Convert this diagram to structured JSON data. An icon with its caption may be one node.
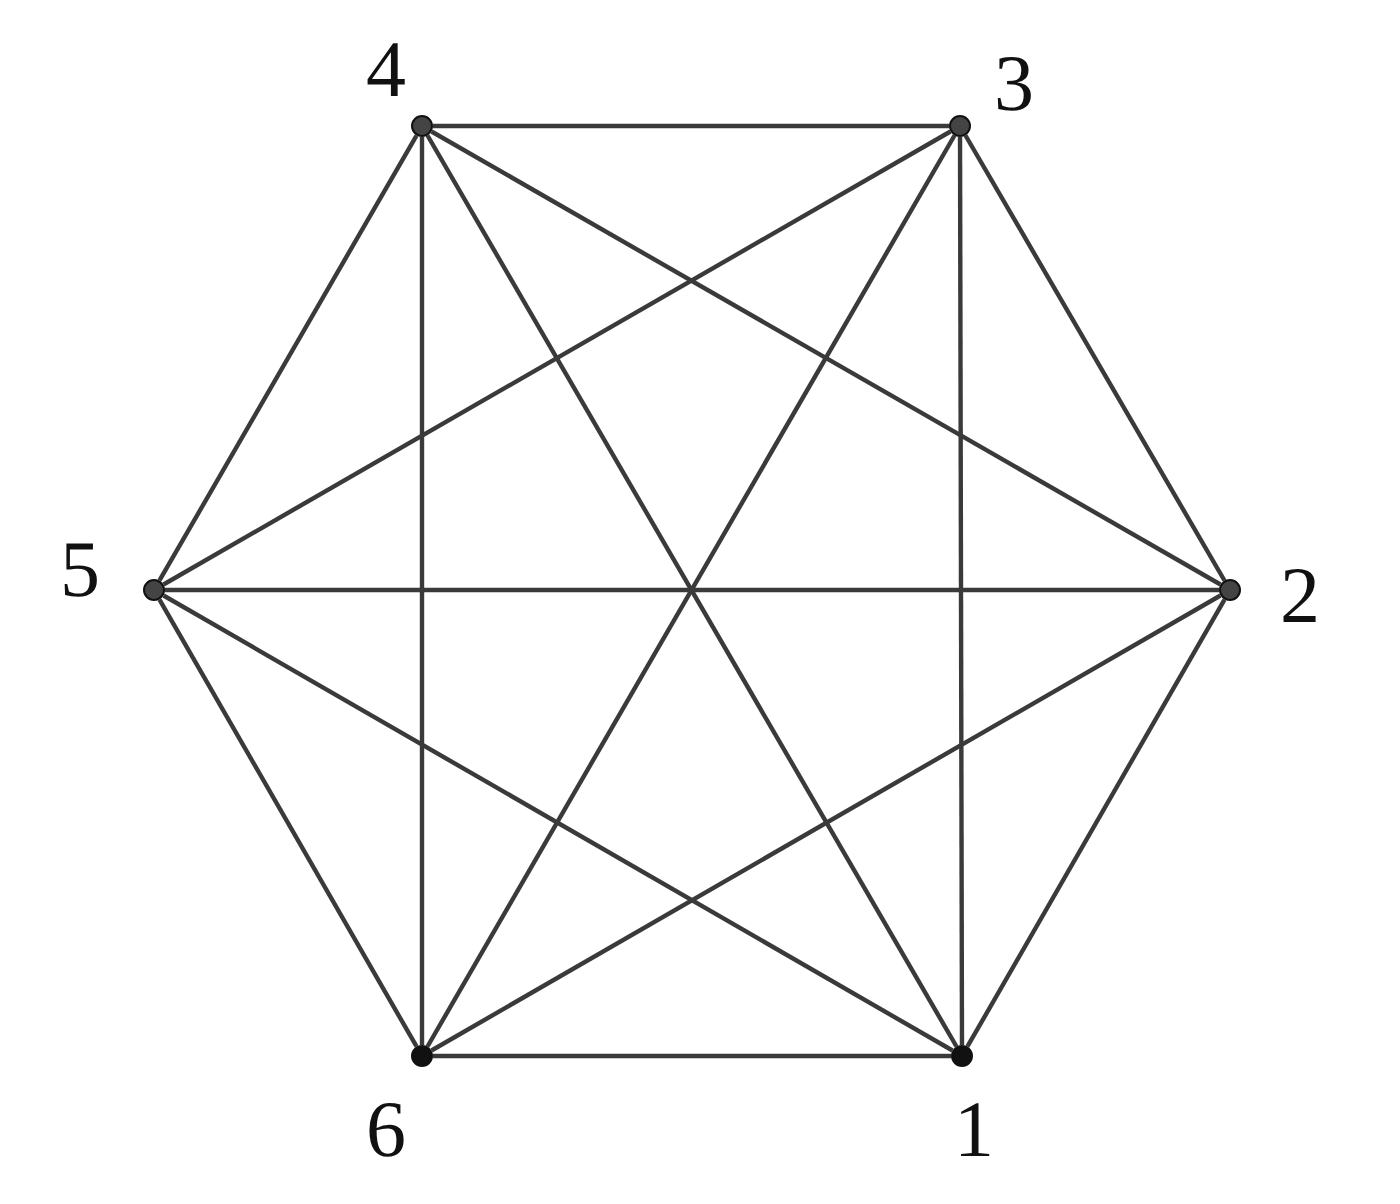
{
  "diagram": {
    "nodes": [
      {
        "text": [],
        "shape": "circle",
        "beside": [
          "4"
        ]
      },
      {
        "text": [],
        "shape": "circle",
        "beside": [
          "3"
        ]
      },
      {
        "text": [],
        "shape": "circle",
        "beside": [
          "5"
        ]
      },
      {
        "text": [],
        "shape": "circle",
        "beside": [
          "2"
        ]
      },
      {
        "text": [],
        "shape": "circle",
        "beside": [
          "6"
        ]
      },
      {
        "text": [],
        "shape": "circle",
        "beside": [
          "1"
        ]
      }
    ],
    "edges": [
      {
        "from": 0,
        "to": 1,
        "arrow": "none"
      },
      {
        "from": 0,
        "to": 2,
        "arrow": "none"
      },
      {
        "from": 0,
        "to": 3,
        "arrow": "none"
      },
      {
        "from": 0,
        "to": 4,
        "arrow": "none"
      },
      {
        "from": 0,
        "to": 5,
        "arrow": "none"
      },
      {
        "from": 1,
        "to": 2,
        "arrow": "none"
      },
      {
        "from": 1,
        "to": 3,
        "arrow": "none"
      },
      {
        "from": 1,
        "to": 4,
        "arrow": "none"
      },
      {
        "from": 1,
        "to": 5,
        "arrow": "none"
      },
      {
        "from": 2,
        "to": 3,
        "arrow": "none"
      },
      {
        "from": 2,
        "to": 4,
        "arrow": "none"
      },
      {
        "from": 2,
        "to": 5,
        "arrow": "none"
      },
      {
        "from": 3,
        "to": 4,
        "arrow": "none"
      },
      {
        "from": 3,
        "to": 5,
        "arrow": "none"
      },
      {
        "from": 4,
        "to": 5,
        "arrow": "none"
      }
    ]
  }
}
